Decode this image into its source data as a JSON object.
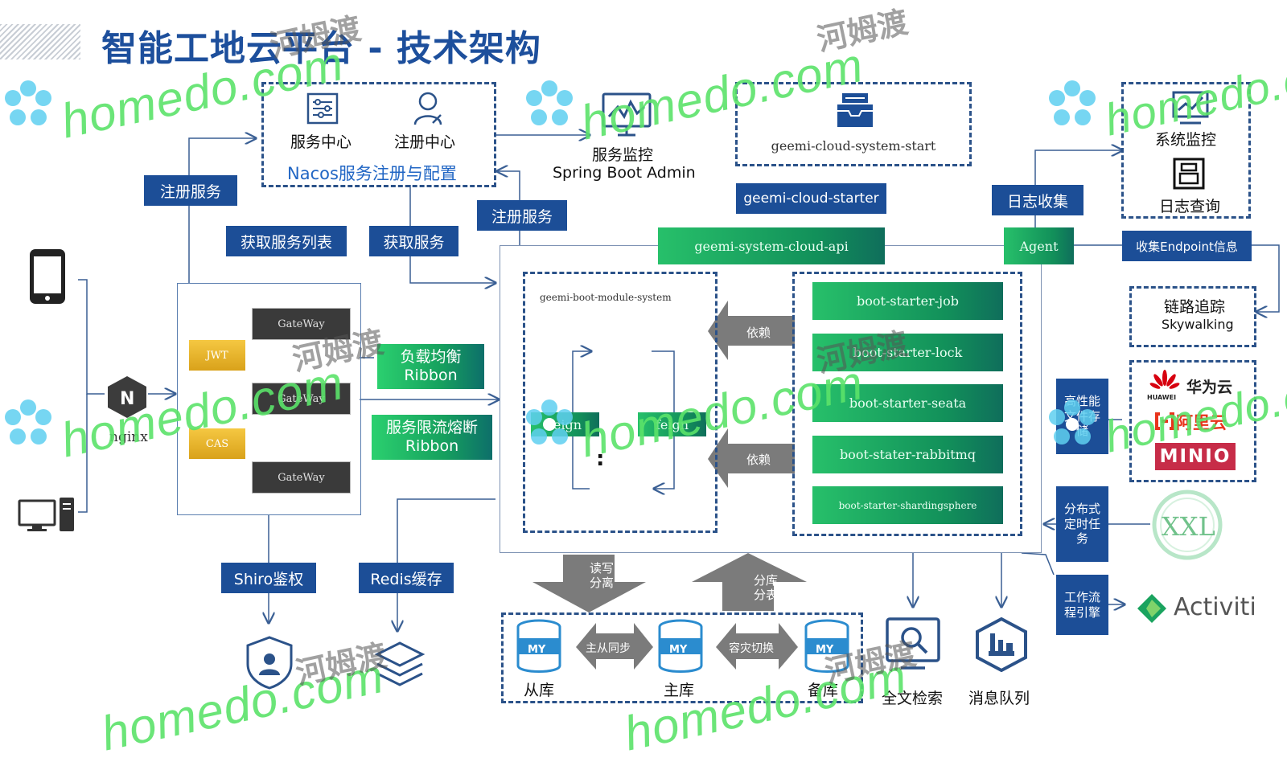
{
  "title": "智能工地云平台 - 技术架构",
  "watermark": {
    "brand": "homedo.com",
    "cn": "河姆渡"
  },
  "nacos": {
    "service_center": "服务中心",
    "registry_center": "注册中心",
    "caption": "Nacos服务注册与配置"
  },
  "monitor": {
    "label": "服务监控",
    "sub": "Spring Boot Admin"
  },
  "system_start": {
    "text": "geemi-cloud-system-start"
  },
  "cloud_starter": "geemi-cloud-starter",
  "system_monitor": {
    "monitor": "系统监控",
    "log_query": "日志查询"
  },
  "labels": {
    "register_service_left": "注册服务",
    "register_service_mid": "注册服务",
    "get_service_list": "获取服务列表",
    "get_service": "获取服务",
    "log_collect": "日志收集",
    "collect_endpoint": "收集Endpoint信息",
    "depend1": "依赖",
    "depend2": "依赖",
    "shiro": "Shiro鉴权",
    "redis": "Redis缓存",
    "rw_split": "读写分离",
    "shard": "分库分表",
    "master_slave_sync": "主从同步",
    "failover": "容灾切换"
  },
  "cloud_api": "geemi-system-cloud-api",
  "agent": "Agent",
  "module_system": "geemi-boot-module-system",
  "feign_left": "feign",
  "feign_right": "feign",
  "colon": ":",
  "starters": [
    "boot-starter-job",
    "boot-starter-lock",
    "boot-starter-seata",
    "boot-stater-rabbitmq",
    "boot-starter-shardingsphere"
  ],
  "gateway": {
    "items": [
      "GateWay",
      "GateWay",
      "GateWay"
    ],
    "jwt": "JWT",
    "cas": "CAS"
  },
  "nginx": "nginx",
  "ribbon_lb": {
    "line1": "负载均衡",
    "line2": "Ribbon"
  },
  "ribbon_cb": {
    "line1": "服务限流熔断",
    "line2": "Ribbon"
  },
  "skywalking": {
    "line1": "链路追踪",
    "line2": "Skywalking"
  },
  "cloud_vendors": {
    "huawei": "华为云",
    "huawei_small": "HUAWEI",
    "aliyun": "阿里云",
    "minio": "MINIO"
  },
  "side_labels": {
    "storage": "高性能文件存储",
    "scheduler": "分布式定时任务",
    "workflow": "工作流程引擎"
  },
  "xxl": "XXL",
  "activiti": "Activiti",
  "db": {
    "slave": "从库",
    "master": "主库",
    "backup": "备库",
    "badge": "MY"
  },
  "search": "全文检索",
  "mq": "消息队列",
  "colors": {
    "blue": "#1c4e97",
    "green": "#1aa35f",
    "dash": "#2b5289"
  }
}
